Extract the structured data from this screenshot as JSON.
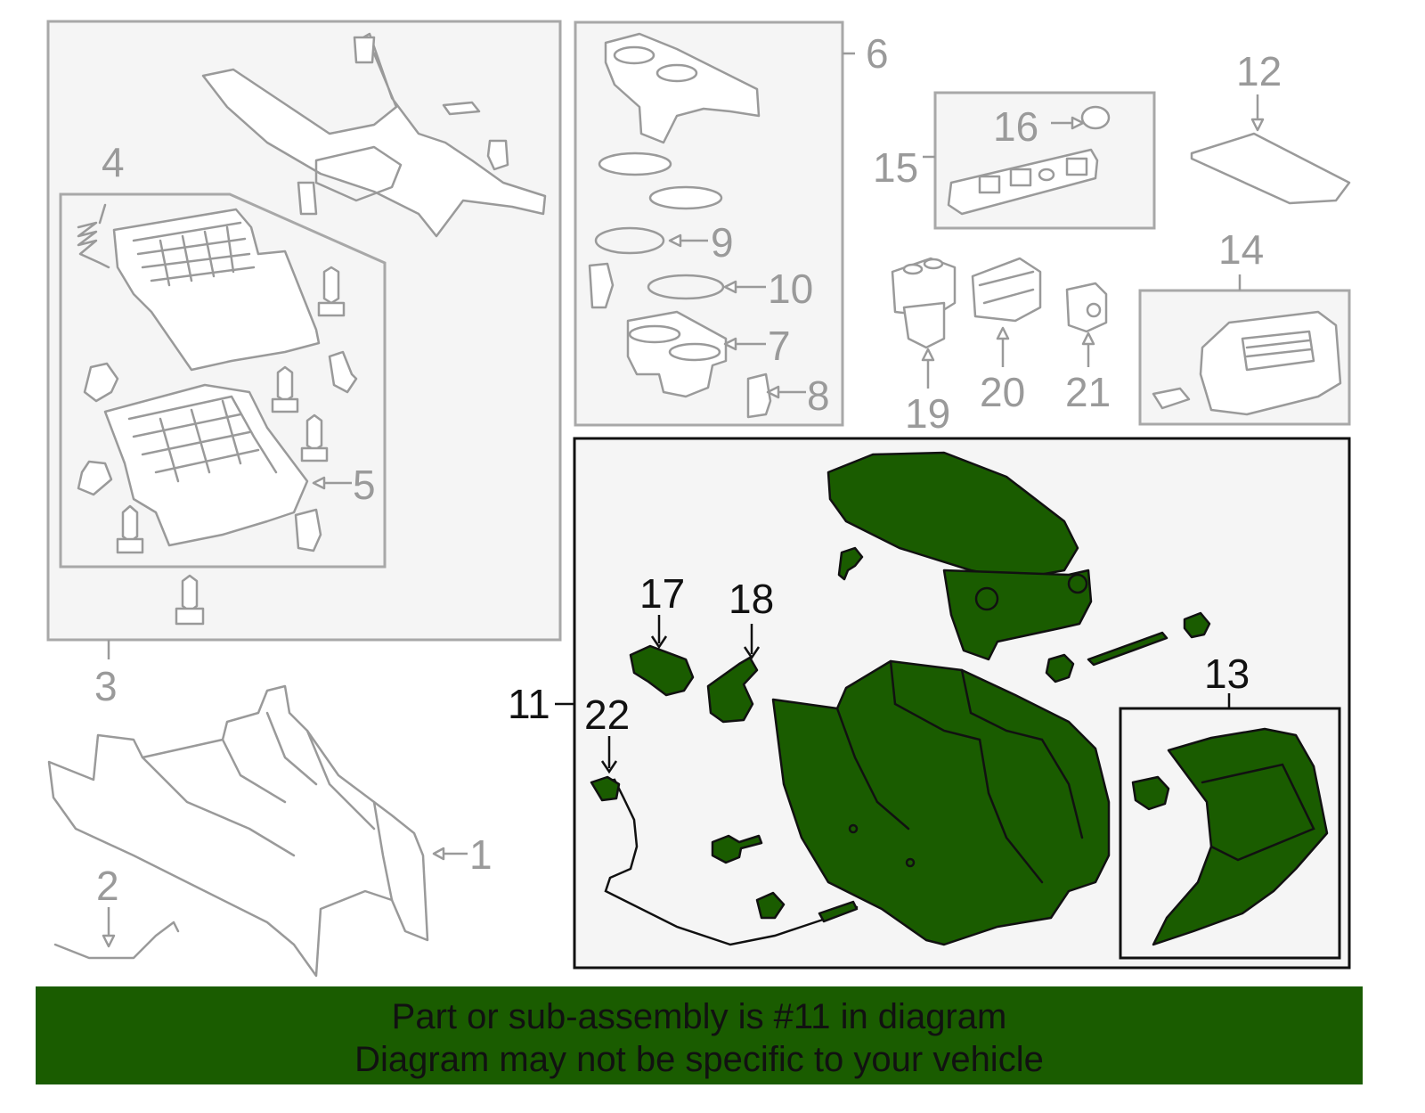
{
  "callouts": {
    "n1": "1",
    "n2": "2",
    "n3": "3",
    "n4": "4",
    "n5": "5",
    "n6": "6",
    "n7": "7",
    "n8": "8",
    "n9": "9",
    "n10": "10",
    "n11": "11",
    "n12": "12",
    "n13": "13",
    "n14": "14",
    "n15": "15",
    "n16": "16",
    "n17": "17",
    "n18": "18",
    "n19": "19",
    "n20": "20",
    "n21": "21",
    "n22": "22"
  },
  "banner": {
    "line1": "Part or sub-assembly is #11 in diagram",
    "line2": "Diagram may not be specific to your vehicle"
  },
  "colors": {
    "highlight": "#1a5c00",
    "diagram_gray": "#9a9a9a",
    "outline_dark": "#111111"
  }
}
